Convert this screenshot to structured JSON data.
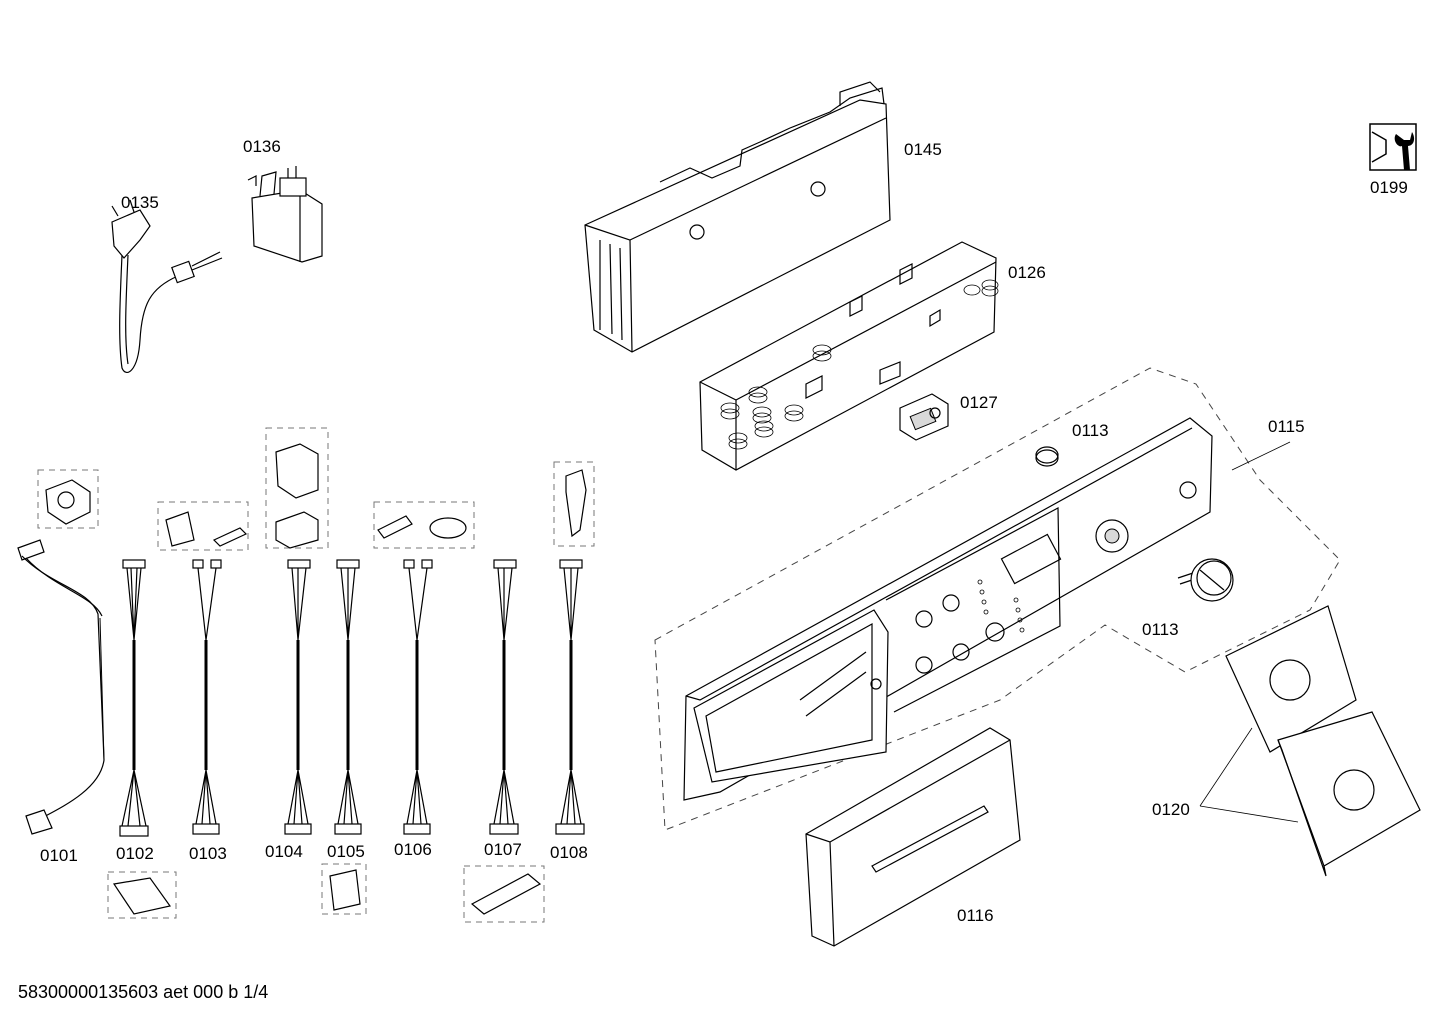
{
  "part_labels": {
    "p0101": "0101",
    "p0102": "0102",
    "p0103": "0103",
    "p0104": "0104",
    "p0105": "0105",
    "p0106": "0106",
    "p0107": "0107",
    "p0108": "0108",
    "p0113a": "0113",
    "p0113b": "0113",
    "p0115": "0115",
    "p0116": "0116",
    "p0120": "0120",
    "p0126": "0126",
    "p0127": "0127",
    "p0135": "0135",
    "p0136": "0136",
    "p0145": "0145",
    "p0199": "0199"
  },
  "footer": "58300000135603 aet 000 b 1/4",
  "icons": {
    "service_tool": "wrench-icon"
  }
}
